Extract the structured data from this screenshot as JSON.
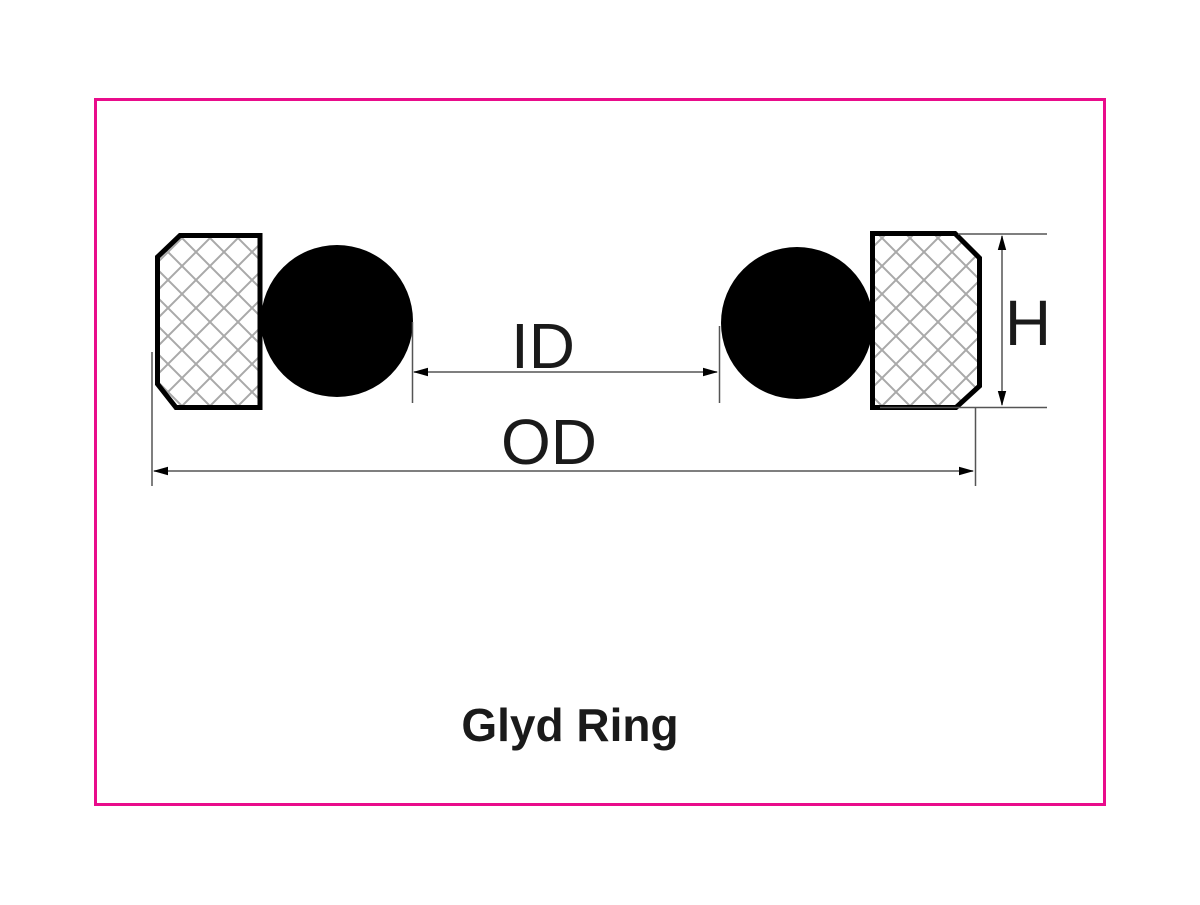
{
  "diagram": {
    "title": "Glyd Ring",
    "labels": {
      "id": "ID",
      "od": "OD",
      "h": "H"
    }
  },
  "colors": {
    "border": "#e90c8b",
    "outline": "#000000",
    "hatch": "#a9a9a9",
    "dimension_line": "#555555",
    "text": "#1a1a1a",
    "background": "#ffffff"
  }
}
